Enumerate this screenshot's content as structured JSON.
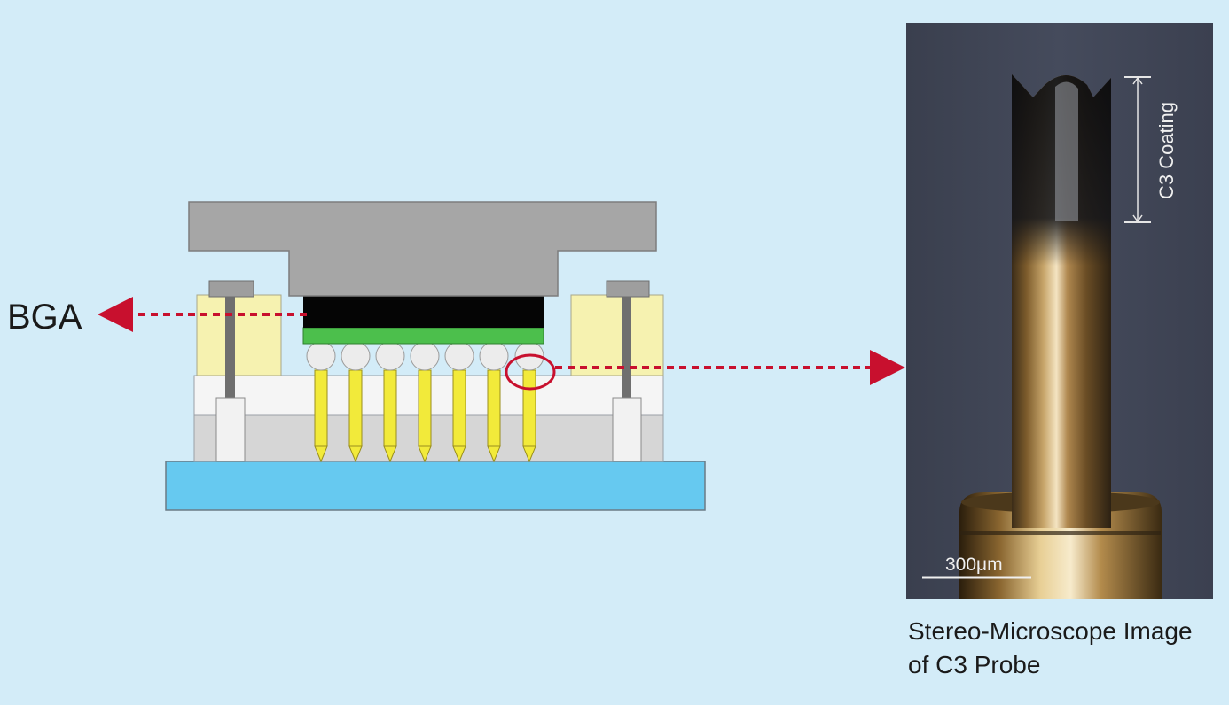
{
  "diagram": {
    "bga_label": "BGA",
    "photo": {
      "coating_label": "C3 Coating",
      "scale_label": "300μm"
    },
    "caption": {
      "line1": "Stereo-Microscope Image",
      "line2": "of C3 Probe"
    }
  },
  "colors": {
    "background": "#d3ecf8",
    "arrow": "#c8102e",
    "probe": "#f2ea3a",
    "base": "#66c9f0",
    "chip": "#000000",
    "substrate": "#4cbf4c",
    "clamp": "#a6a6a6",
    "block": "#f6f2b0"
  }
}
